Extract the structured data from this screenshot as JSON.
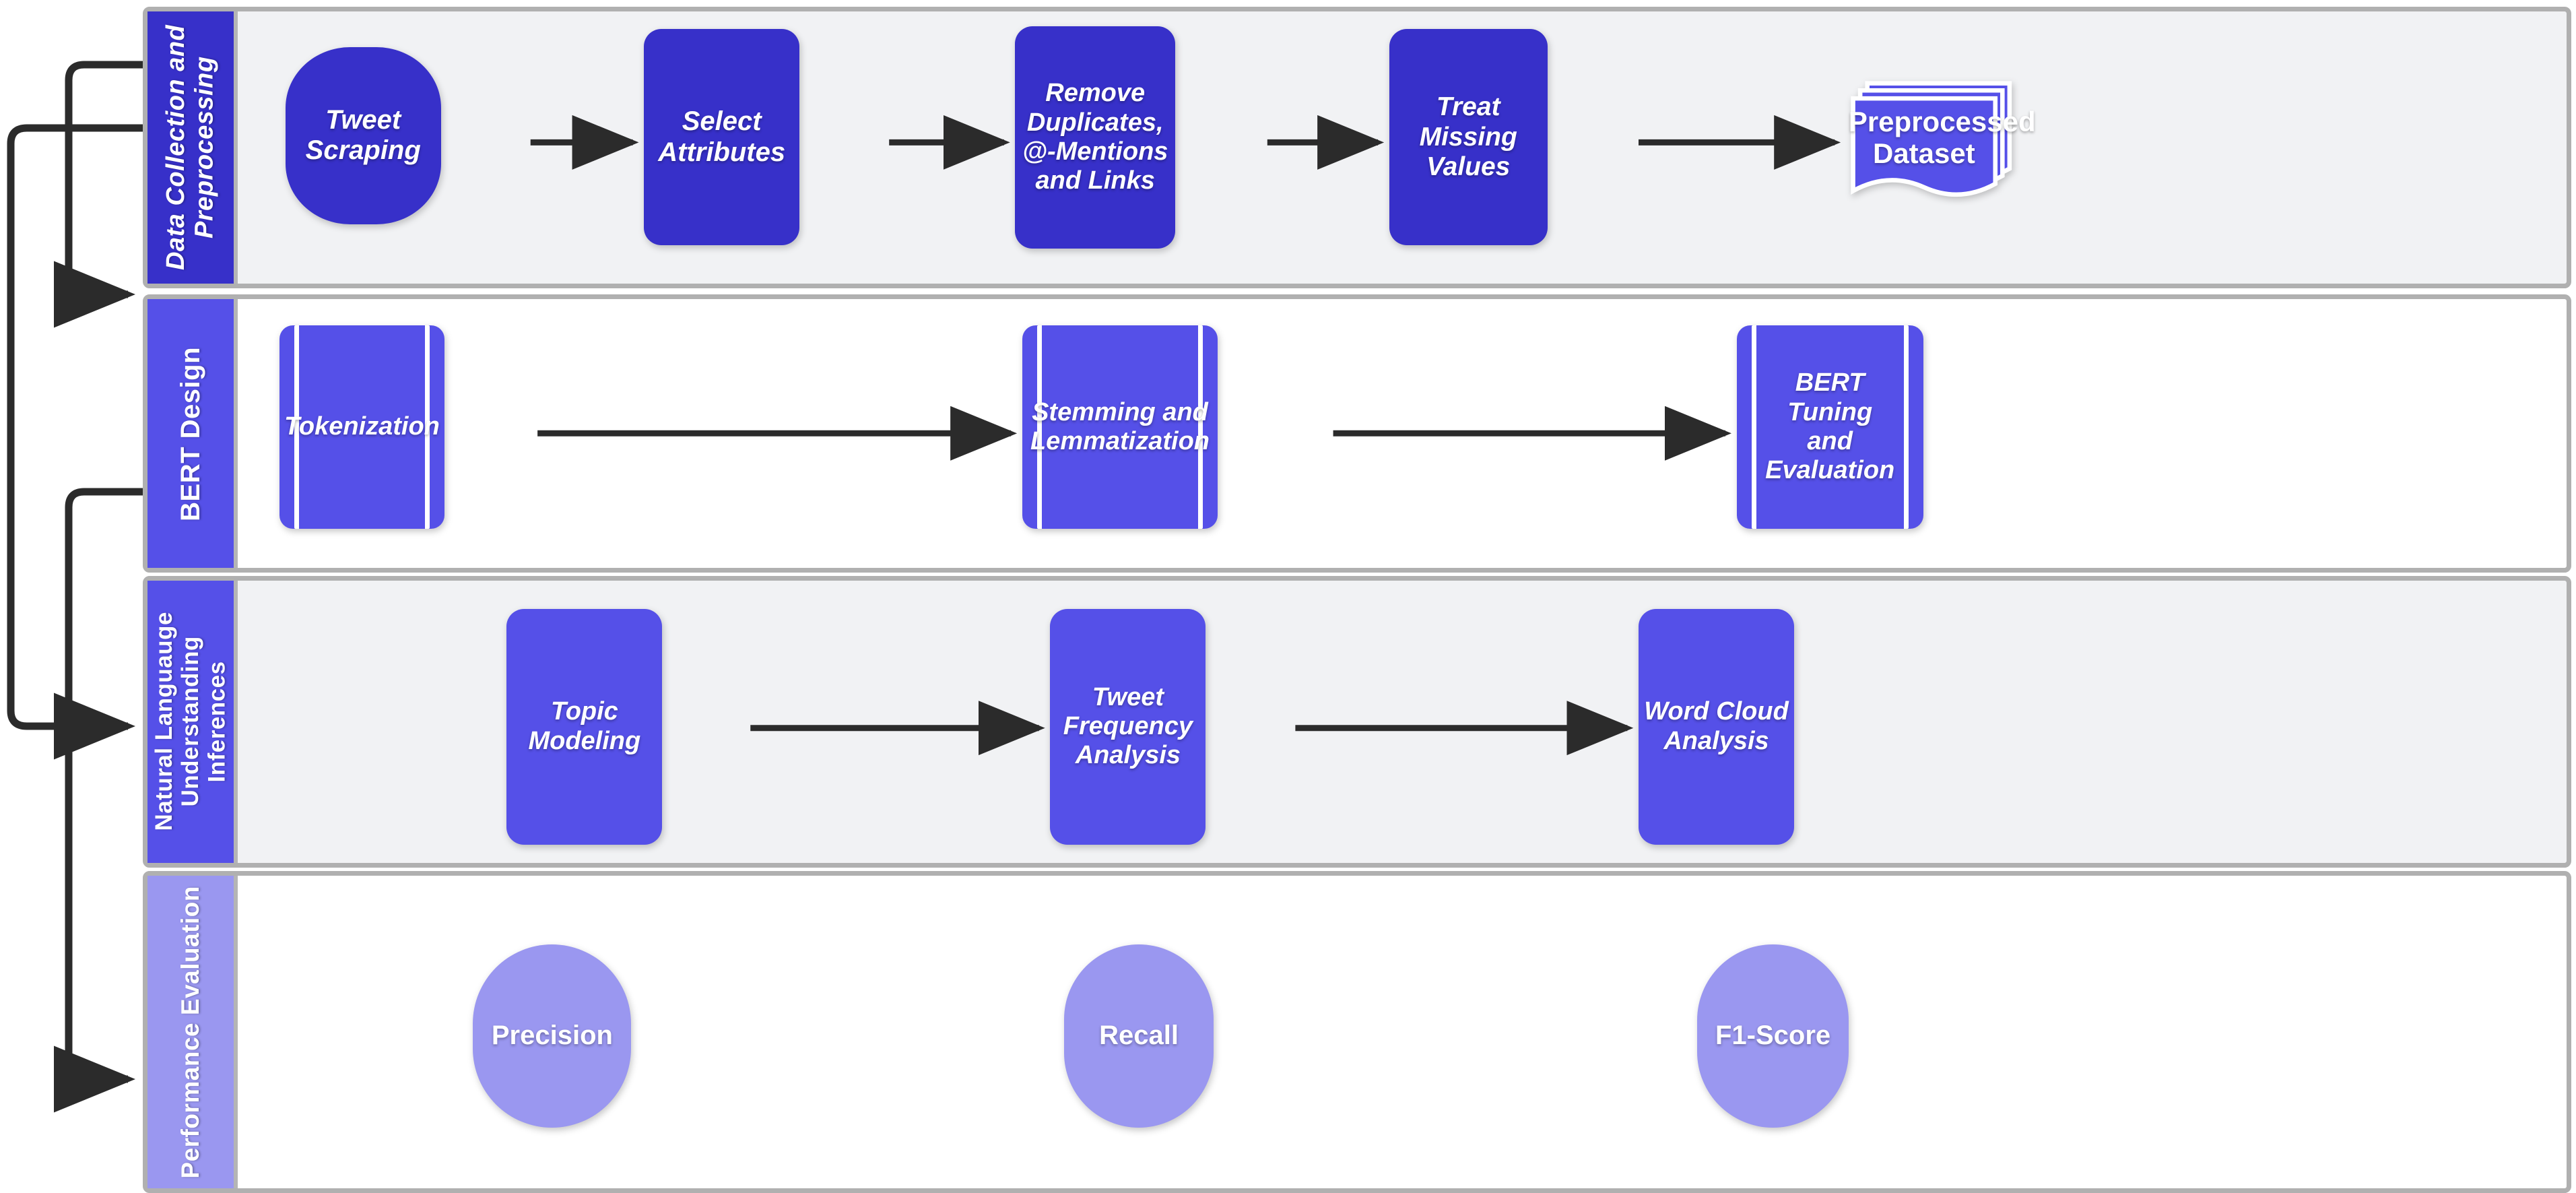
{
  "diagram": {
    "title_present": false,
    "colors": {
      "lane1_band": "#3730c9",
      "lane2_band": "#5550e8",
      "lane3_band": "#5550e8",
      "lane4_band": "#9a97f0",
      "node_dark": "#3730c9",
      "node_mid": "#5550e8",
      "node_light": "#9a97f0",
      "lane_border": "#b0b0b0",
      "panel_shaded": "#f1f2f4",
      "panel_plain": "#ffffff",
      "arrow": "#2b2b2b"
    }
  },
  "lanes": [
    {
      "id": "data-collection-and-preprocessing",
      "label": "Data\nCollection and\nPreprocessing",
      "label_lines": [
        "Data",
        "Collection and",
        "Preprocessing"
      ],
      "panel_style": "shaded",
      "nodes": [
        {
          "label": "Tweet Scraping",
          "shape": "pill",
          "color": "node_dark"
        },
        {
          "label": "Select\nAttributes",
          "shape": "rect",
          "color": "node_dark"
        },
        {
          "label": "Remove\nDuplicates,\n@-Mentions\nand Links",
          "shape": "rect",
          "color": "node_dark"
        },
        {
          "label": "Treat Missing\nValues",
          "shape": "rect",
          "color": "node_dark"
        },
        {
          "label": "Preprocessed\nDataset",
          "shape": "documents",
          "color": "node_mid"
        }
      ]
    },
    {
      "id": "bert-design",
      "label": "BERT Design",
      "label_lines": [
        "BERT Design"
      ],
      "panel_style": "plain",
      "nodes": [
        {
          "label": "Tokenization",
          "shape": "tape",
          "color": "node_mid"
        },
        {
          "label": "Stemming and\nLemmatization",
          "shape": "tape",
          "color": "node_mid"
        },
        {
          "label": "BERT Tuning\nand\nEvaluation",
          "shape": "tape",
          "color": "node_mid"
        }
      ]
    },
    {
      "id": "natural-languauge-understanding-inferences",
      "label": "Natural\nLanguauge\nUnderstanding\nInferences",
      "label_lines": [
        "Natural",
        "Languauge",
        "Understanding",
        "Inferences"
      ],
      "panel_style": "shaded",
      "nodes": [
        {
          "label": "Topic Modeling",
          "shape": "rect",
          "color": "node_mid"
        },
        {
          "label": "Tweet\nFrequency\nAnalysis",
          "shape": "rect",
          "color": "node_mid"
        },
        {
          "label": "Word Cloud\nAnalysis",
          "shape": "rect",
          "color": "node_mid"
        }
      ]
    },
    {
      "id": "performance-evaluation",
      "label": "Performance\nEvaluation",
      "label_lines": [
        "Performance",
        "Evaluation"
      ],
      "panel_style": "plain",
      "nodes": [
        {
          "label": "Precision",
          "shape": "stadium",
          "color": "node_light"
        },
        {
          "label": "Recall",
          "shape": "stadium",
          "color": "node_light"
        },
        {
          "label": "F1-Score",
          "shape": "stadium",
          "color": "node_light"
        }
      ]
    }
  ],
  "flow_arrows": {
    "lane1": [
      "Tweet Scraping -> Select Attributes",
      "Select Attributes -> Remove Duplicates, @-Mentions and Links",
      "Remove Duplicates, @-Mentions and Links -> Treat Missing Values",
      "Treat Missing Values -> Preprocessed Dataset"
    ],
    "lane2": [
      "Tokenization -> Stemming and Lemmatization",
      "Stemming and Lemmatization -> BERT Tuning and Evaluation"
    ],
    "lane3": [
      "Topic Modeling -> Tweet Frequency Analysis",
      "Tweet Frequency Analysis -> Word Cloud Analysis"
    ],
    "lane4": []
  },
  "lane_links": [
    "Data Collection and Preprocessing -> BERT Design",
    "BERT Design -> Natural Languauge Understanding Inferences",
    "Natural Languauge Understanding Inferences -> Performance Evaluation"
  ]
}
